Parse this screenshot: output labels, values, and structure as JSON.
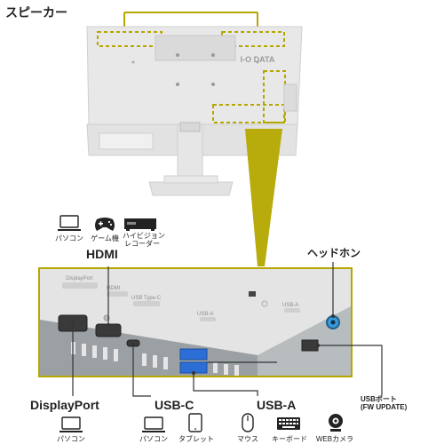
{
  "labels": {
    "speaker": "スピーカー",
    "hdmi": "HDMI",
    "headphone": "ヘッドホン",
    "displayport": "DisplayPort",
    "usbc": "USB-C",
    "usba": "USB-A",
    "usb_port_line1": "USBポート",
    "usb_port_line2": "(FW UPDATE)"
  },
  "brand": "I-O DATA",
  "hdmi_devices": [
    {
      "label": "パソコン",
      "icon": "laptop-icon"
    },
    {
      "label": "ゲーム機",
      "icon": "gamepad-icon"
    },
    {
      "label_lines": [
        "ハイビジョン",
        "レコーダー"
      ],
      "icon": "recorder-icon"
    }
  ],
  "dp_devices": [
    {
      "label": "パソコン",
      "icon": "laptop-icon"
    }
  ],
  "usbc_devices": [
    {
      "label": "パソコン",
      "icon": "laptop-icon"
    },
    {
      "label": "タブレット",
      "icon": "tablet-icon"
    }
  ],
  "usba_devices": [
    {
      "label": "マウス",
      "icon": "mouse-icon"
    },
    {
      "label": "キーボード",
      "icon": "keyboard-icon"
    },
    {
      "label": "WEBカメラ",
      "icon": "webcam-icon"
    }
  ],
  "panel_port_labels": [
    "DisplayPort",
    "HDMI",
    "USB Type-C",
    "USB-A",
    "USB-A"
  ],
  "colors": {
    "accent": "#b5a700",
    "accent_fill": "#b8ab0c",
    "monitor": "#e6e6e6",
    "panel": "#d8d8d8",
    "line": "#333333",
    "port_dark": "#3a3a3a",
    "usb_blue": "#2b6fd6",
    "jack_blue": "#3a9ad8"
  }
}
